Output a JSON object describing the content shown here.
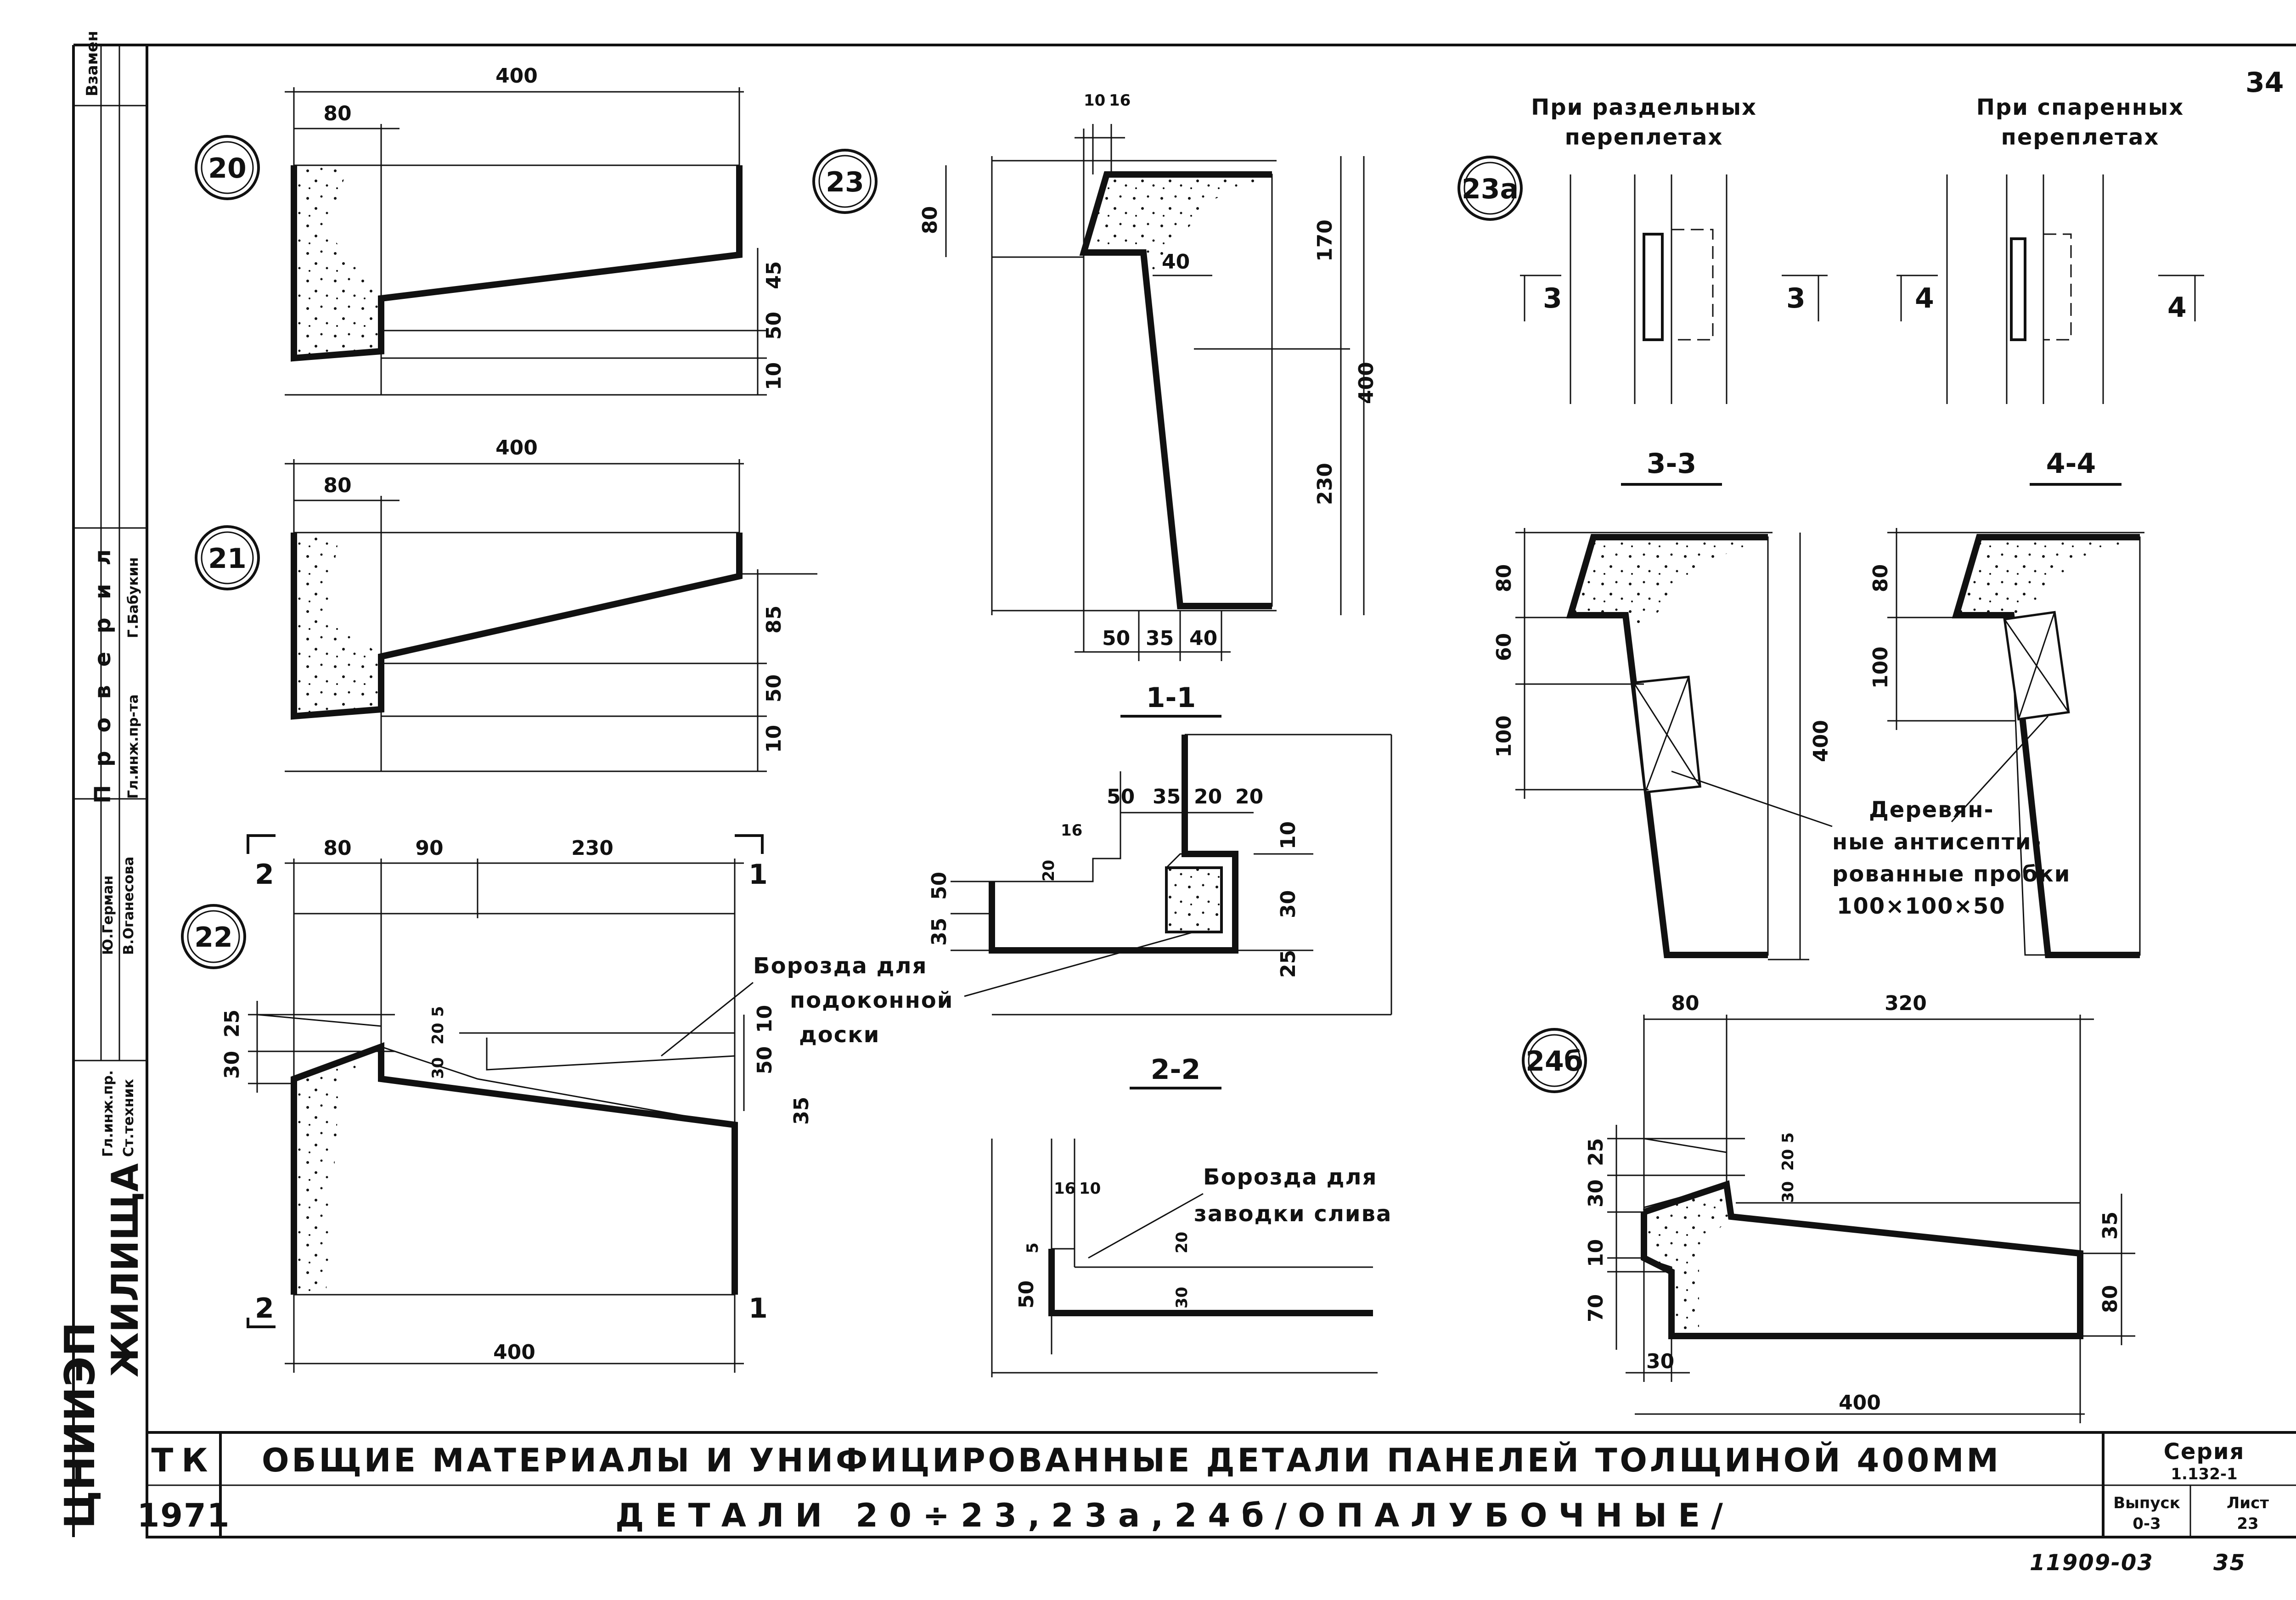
{
  "page_number": "34",
  "sheet_number_bottom": "35",
  "doc_code": "11909-03",
  "left_strip": {
    "replaced": "Взамен",
    "institute": "ЦНИИЭП",
    "section": "ЖИЛИЩА",
    "checked": "Проверил",
    "roles": [
      "Гл.инж.пр.",
      "Ст.техник",
      "Гл.инж.пр-та"
    ],
    "names": [
      "Ю.Герман",
      "В.Оганесова",
      "Г.Бабукин"
    ]
  },
  "title_block": {
    "tk": "ТК",
    "year": "1971",
    "general_title": "ОБЩИЕ МАТЕРИАЛЫ И УНИФИЦИРОВАННЫЕ ДЕТАЛИ ПАНЕЛЕЙ ТОЛЩИНОЙ 400ММ",
    "sheet_title": "ДЕТАЛИ 20÷23,23а,24б/ОПАЛУБОЧНЫЕ/",
    "series_label": "Серия",
    "series_value": "1.132-1",
    "issue_label": "Выпуск",
    "issue_value": "0-3",
    "sheet_label": "Лист",
    "sheet_value": "23"
  },
  "details": {
    "d20": {
      "label": "20",
      "dims": [
        "400",
        "80",
        "45",
        "50",
        "10"
      ]
    },
    "d21": {
      "label": "21",
      "dims": [
        "400",
        "80",
        "85",
        "50",
        "10"
      ]
    },
    "d22": {
      "label": "22",
      "dims": [
        "80",
        "90",
        "230",
        "400",
        "30",
        "25",
        "30",
        "20",
        "5",
        "10",
        "50",
        "35"
      ],
      "cut_left": "2",
      "cut_right": "1"
    },
    "d23": {
      "label": "23",
      "dims": [
        "10",
        "16",
        "80",
        "170",
        "400",
        "230",
        "40",
        "50",
        "35",
        "40"
      ]
    },
    "d23a": {
      "label": "23а",
      "header_left": "При раздельных переплетах",
      "header_right": "При спаренных переплетах",
      "cut3": "3",
      "cut4": "4"
    },
    "d24b": {
      "label": "24б",
      "dims": [
        "80",
        "320",
        "30",
        "25",
        "30",
        "20",
        "5",
        "35",
        "10",
        "70",
        "80",
        "30",
        "400"
      ]
    }
  },
  "sections": {
    "s11": {
      "label": "1-1",
      "dims": [
        "50",
        "35",
        "20",
        "20",
        "16",
        "20",
        "10",
        "35",
        "30",
        "50",
        "25"
      ]
    },
    "s22": {
      "label": "2-2",
      "dims": [
        "16",
        "10",
        "5",
        "20",
        "50",
        "30"
      ]
    },
    "s33": {
      "label": "3-3",
      "dims": [
        "80",
        "60",
        "100",
        "400"
      ]
    },
    "s44": {
      "label": "4-4",
      "dims": [
        "80",
        "100"
      ]
    }
  },
  "annotations": {
    "groove_sill": "Борозда для подоконной доски",
    "groove_drip": "Борозда для заводки слива",
    "wood_plugs": "Деревянные антисептированные пробки 100×100×50"
  }
}
